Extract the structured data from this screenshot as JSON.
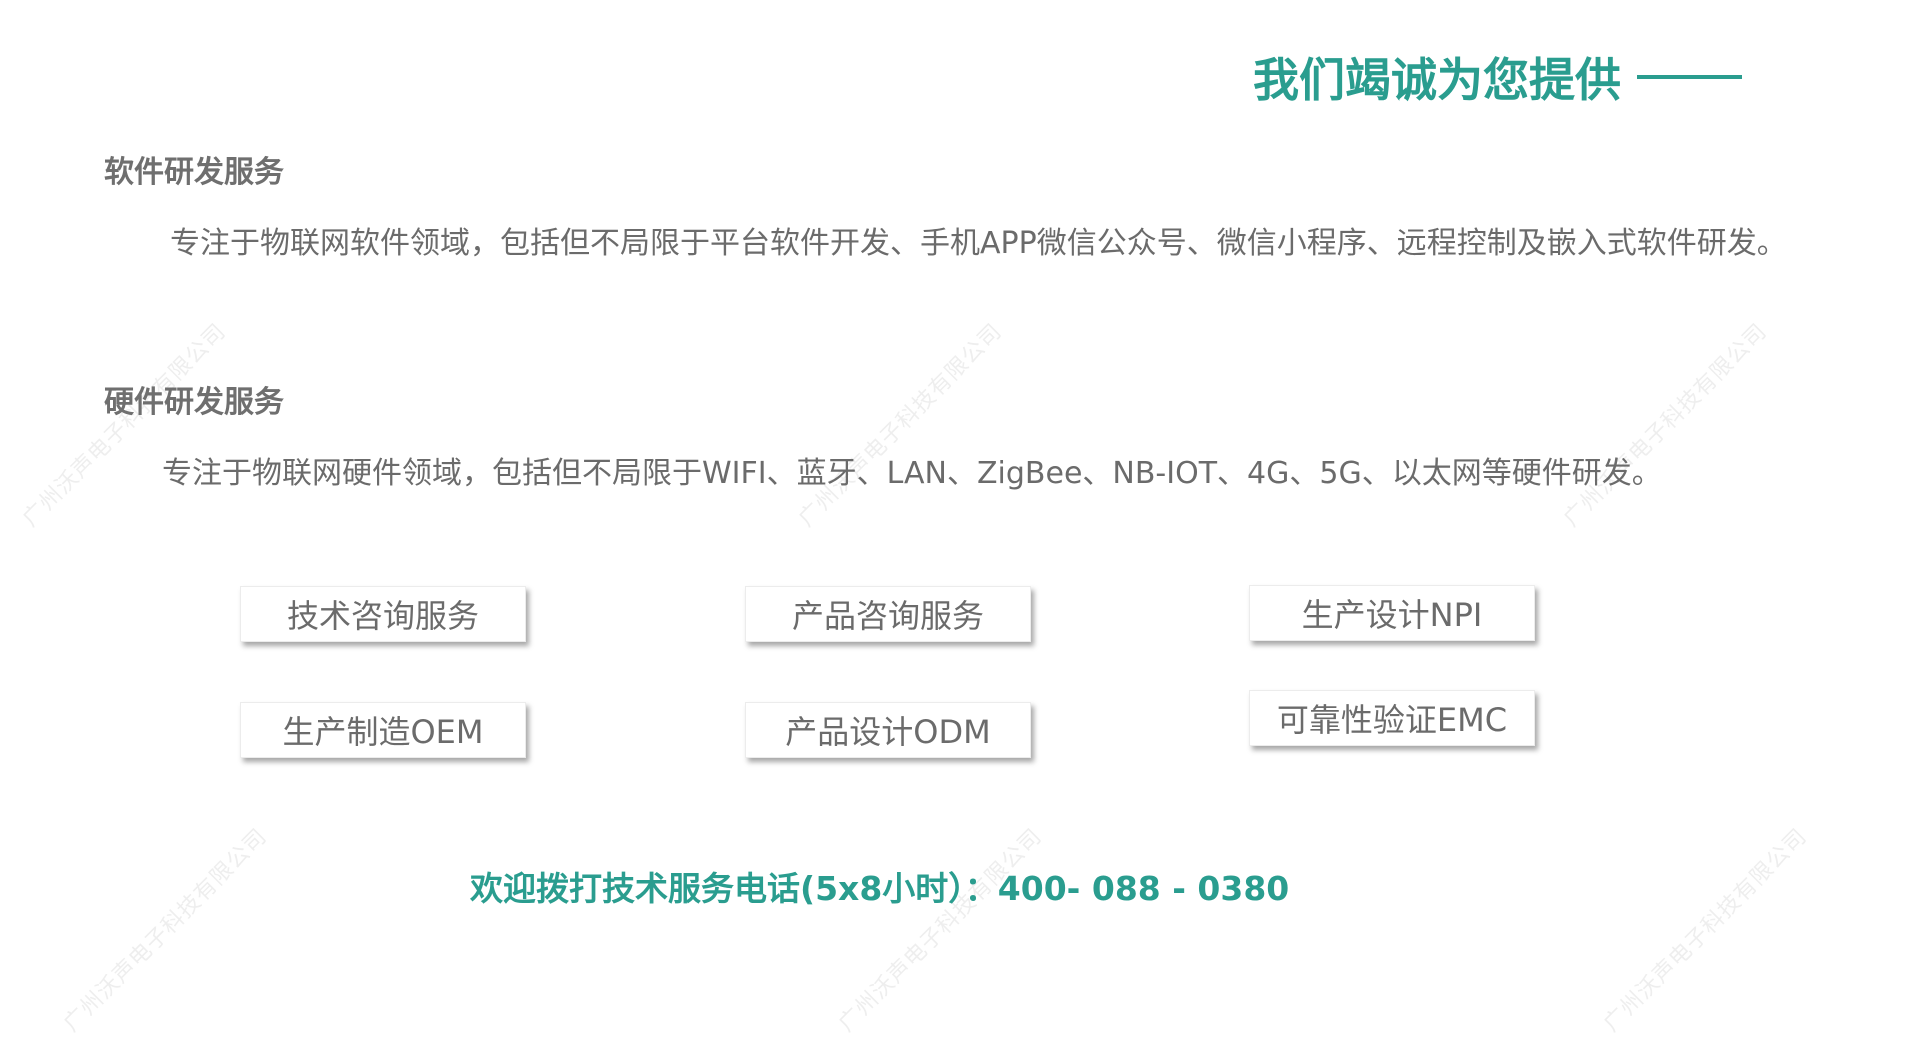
{
  "headline": "我们竭诚为您提供",
  "watermark_text": "广州沃声电子科技有限公司",
  "sections": [
    {
      "title": "软件研发服务",
      "body": "专注于物联网软件领域，包括但不局限于平台软件开发、手机APP微信公众号、微信小程序、远程控制及嵌入式软件研发。"
    },
    {
      "title": "硬件研发服务",
      "body": "专注于物联网硬件领域，包括但不局限于WIFI、蓝牙、LAN、ZigBee、NB-IOT、4G、5G、以太网等硬件研发。"
    }
  ],
  "services": [
    "技术咨询服务",
    "产品咨询服务",
    "生产设计NPI",
    "生产制造OEM",
    "产品设计ODM",
    "可靠性验证EMC"
  ],
  "hotline": "欢迎拨打技术服务电话(5x8小时）：400- 088 - 0380",
  "colors": {
    "accent": "#2a9d8f",
    "text": "#6b6b6b"
  }
}
